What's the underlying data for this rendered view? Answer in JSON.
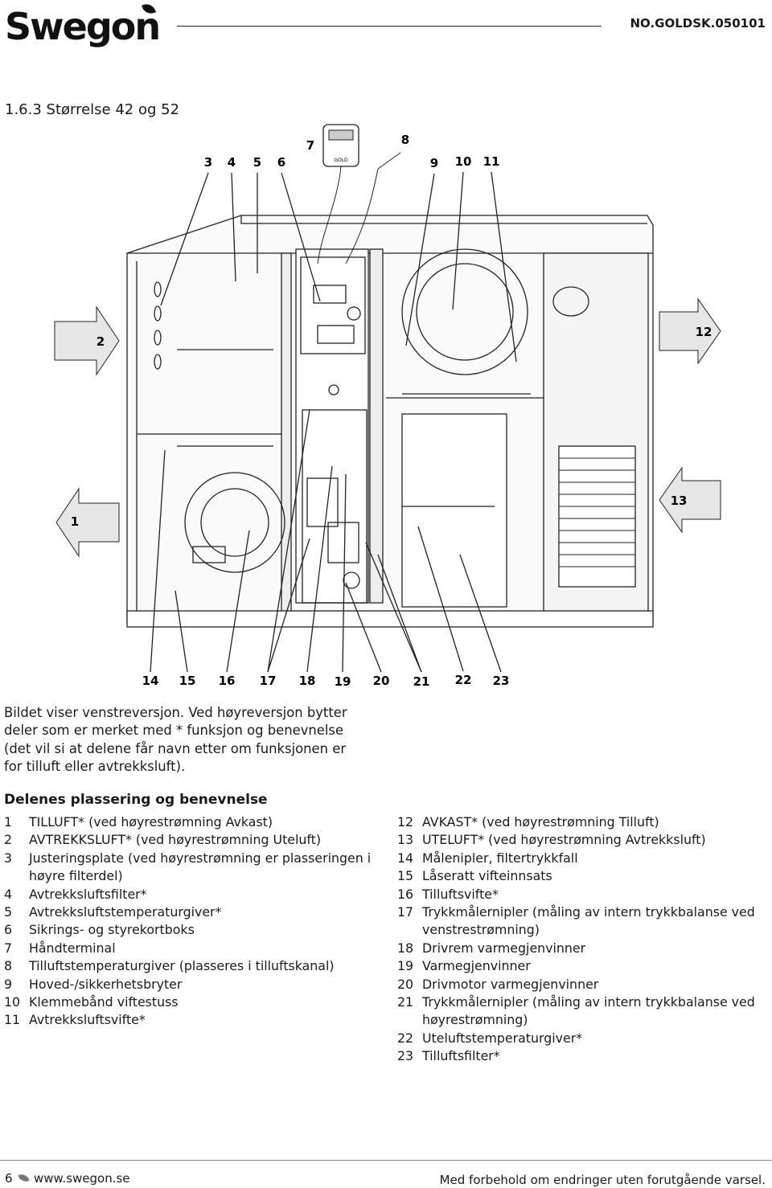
{
  "header": {
    "logo_text": "Swegon",
    "doc_code": "NO.GOLDSK.050101"
  },
  "section_title": "1.6.3 Størrelse 42 og 52",
  "figure": {
    "callouts_top": [
      "3",
      "4",
      "5",
      "6",
      "7",
      "8",
      "9",
      "10",
      "11"
    ],
    "callouts_bottom": [
      "14",
      "15",
      "16",
      "17",
      "18",
      "19",
      "20",
      "21",
      "22",
      "23"
    ],
    "arrow_labels": {
      "left_top": "2",
      "left_bottom": "1",
      "right_top": "12",
      "right_bottom": "13"
    },
    "controller_label": "GOLD"
  },
  "intro": "Bildet viser venstreversjon. Ved høyreversjon bytter deler som er merket med * funksjon og benevnelse (det vil si at delene får navn etter om funksjonen er for tilluft eller avtrekksluft).",
  "legend_title": "Delenes plassering og benevnelse",
  "legend_left": [
    {
      "num": "1",
      "text": "TILLUFT* (ved høyrestrømning Avkast)"
    },
    {
      "num": "2",
      "text": "AVTREKKSLUFT* (ved høyrestrømning Uteluft)"
    },
    {
      "num": "3",
      "text": "Justeringsplate (ved høyrestrømning er plasseringen i høyre filterdel)"
    },
    {
      "num": "4",
      "text": "Avtrekksluftsfilter*"
    },
    {
      "num": "5",
      "text": "Avtrekksluftstemperaturgiver*"
    },
    {
      "num": "6",
      "text": "Sikrings- og styrekortboks"
    },
    {
      "num": "7",
      "text": "Håndterminal"
    },
    {
      "num": "8",
      "text": "Tilluftstemperaturgiver (plasseres i tilluftskanal)"
    },
    {
      "num": "9",
      "text": "Hoved-/sikkerhetsbryter"
    },
    {
      "num": "10",
      "text": "Klemmebånd viftestuss"
    },
    {
      "num": "11",
      "text": "Avtrekksluftsvifte*"
    }
  ],
  "legend_right": [
    {
      "num": "12",
      "text": "AVKAST* (ved høyrestrømning Tilluft)"
    },
    {
      "num": "13",
      "text": "UTELUFT* (ved høyrestrømning Avtrekksluft)"
    },
    {
      "num": "14",
      "text": "Målenipler, filtertrykkfall"
    },
    {
      "num": "15",
      "text": "Låseratt vifteinnsats"
    },
    {
      "num": "16",
      "text": "Tilluftsvifte*"
    },
    {
      "num": "17",
      "text": "Trykkmålernipler (måling av intern trykkbalanse ved venstrestrømning)"
    },
    {
      "num": "18",
      "text": "Drivrem varmegjenvinner"
    },
    {
      "num": "19",
      "text": "Varmegjenvinner"
    },
    {
      "num": "20",
      "text": "Drivmotor varmegjenvinner"
    },
    {
      "num": "21",
      "text": "Trykkmålernipler (måling av intern trykkbalanse ved høyrestrømning)"
    },
    {
      "num": "22",
      "text": "Uteluftstemperaturgiver*"
    },
    {
      "num": "23",
      "text": "Tilluftsfilter*"
    }
  ],
  "footer": {
    "page_number": "6",
    "site": "www.swegon.se",
    "disclaimer": "Med forbehold om endringer uten forutgående varsel."
  }
}
